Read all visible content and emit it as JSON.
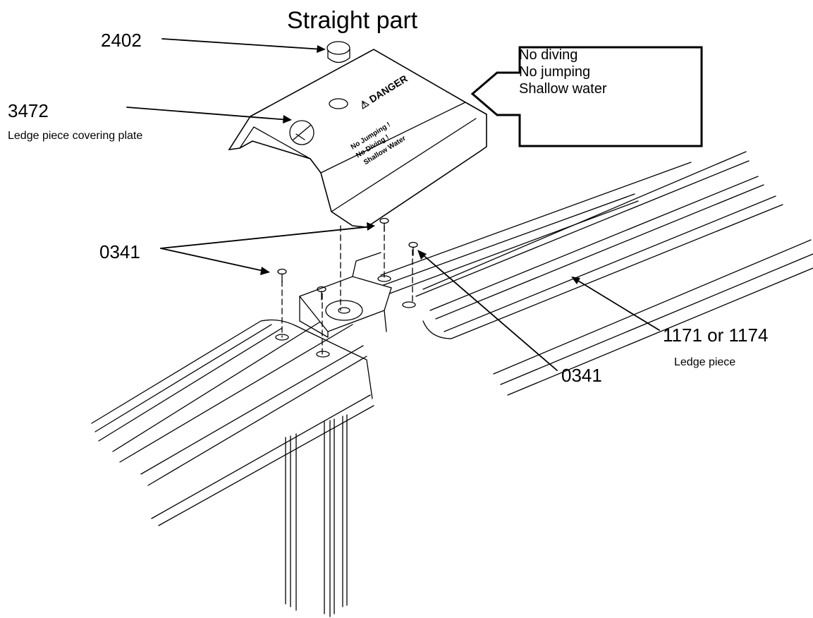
{
  "title": "Straight part",
  "labels": {
    "part_2402": "2402",
    "part_3472": "3472",
    "part_3472_desc": "Ledge piece covering plate",
    "part_0341_left": "0341",
    "part_0341_right": "0341",
    "part_1171": "1171 or 1174",
    "part_1171_desc": "Ledge piece"
  },
  "callout": {
    "lines": [
      "No diving",
      "No jumping",
      "Shallow water"
    ]
  },
  "plate_text": {
    "danger": "⚠ DANGER",
    "line1": "No Jumping !",
    "line2": "No Diving !",
    "line3": "Shallow Water"
  },
  "colors": {
    "line": "#000000",
    "fill": "#ffffff",
    "shade": "#e9e9e9"
  }
}
